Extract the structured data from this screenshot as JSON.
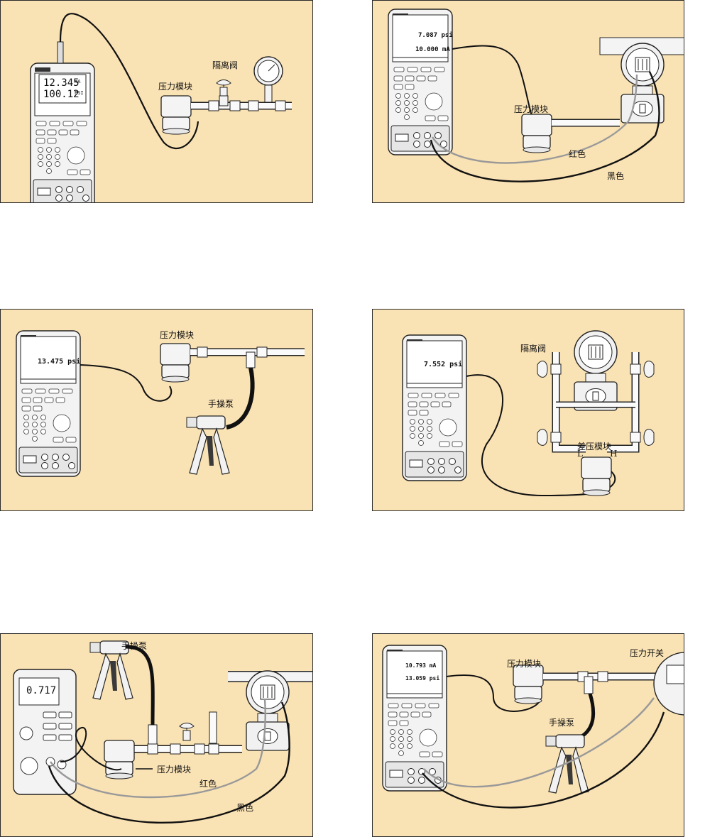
{
  "colors": {
    "panel_bg": "#f9e2b4",
    "device": "#f2f2f2",
    "line": "#1a1a1a",
    "wire_red": "#9a9a9a"
  },
  "panels": [
    {
      "readings": [
        "12.345",
        "100.12"
      ],
      "units": [
        "mA",
        "PSI"
      ],
      "labels": {
        "module": "压力模块",
        "valve": "隔离阀"
      }
    },
    {
      "readings": [
        "7.087 psi",
        "10.000 mA"
      ],
      "labels": {
        "module": "压力模块",
        "red": "红色",
        "black": "黑色"
      }
    },
    {
      "readings": [
        "13.475 psi"
      ],
      "labels": {
        "module": "压力模块",
        "pump": "手操泵"
      }
    },
    {
      "readings": [
        "7.552 psi"
      ],
      "labels": {
        "valve": "隔离阀",
        "dp_module": "差压模块",
        "low": "L",
        "high": "H"
      }
    },
    {
      "readings": [
        "0.717"
      ],
      "labels": {
        "pump": "手操泵",
        "module": "压力模块",
        "red": "红色",
        "black": "黑色"
      }
    },
    {
      "readings": [
        "10.793 mA",
        "13.059 psi"
      ],
      "labels": {
        "module": "压力模块",
        "pump": "手操泵",
        "switch": "压力开关"
      }
    }
  ]
}
